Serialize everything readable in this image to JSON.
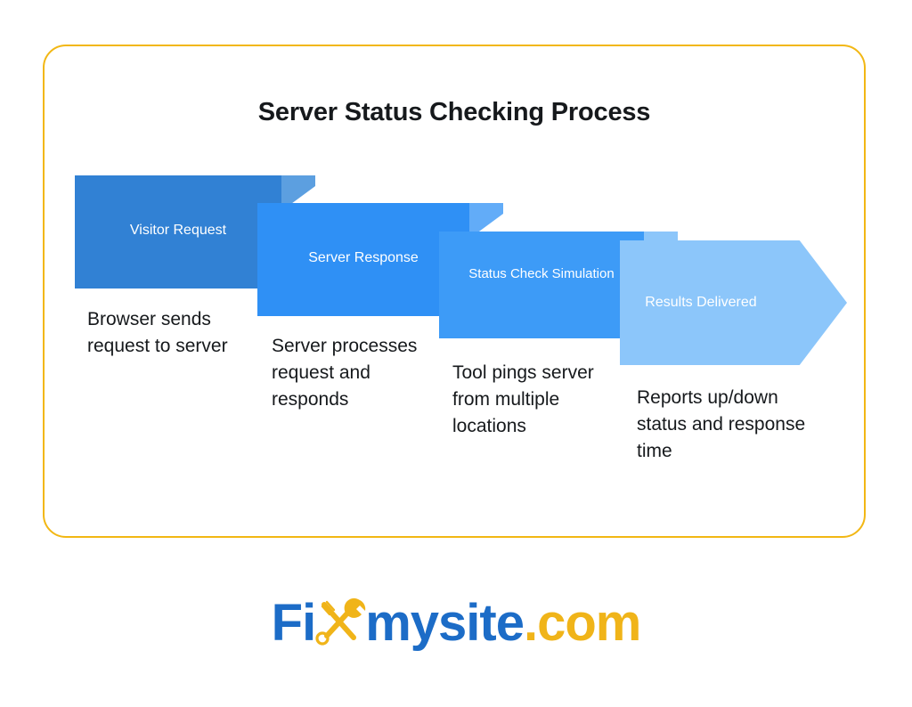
{
  "page": {
    "background_color": "#ffffff",
    "card_border_color": "#F2B714"
  },
  "diagram": {
    "title": "Server Status Checking Process",
    "type": "process-flow-chevron",
    "stages": [
      {
        "id": "visitor-request",
        "label": "Visitor Request",
        "caption": "Browser sends request to server",
        "color": "#3181D4",
        "fold_color": "#5C9FE0"
      },
      {
        "id": "server-response",
        "label": "Server Response",
        "caption": "Server processes request and responds",
        "color": "#2F90F5",
        "fold_color": "#62ACF8"
      },
      {
        "id": "status-check-simulation",
        "label": "Status Check Simulation",
        "caption": "Tool pings server from multiple locations",
        "color": "#3D9BF7",
        "fold_color": "#8CC6FA"
      },
      {
        "id": "results-delivered",
        "label": "Results Delivered",
        "caption": "Reports up/down status and response time",
        "color": "#8CC6FA",
        "fold_color": "#B6DBFC"
      }
    ]
  },
  "logo": {
    "part1": "Fi",
    "icon": "wrench-screwdriver-x-icon",
    "part2": "mysite",
    "part3": ".com",
    "blue": "#1C6CC7",
    "gold": "#F0B419"
  }
}
